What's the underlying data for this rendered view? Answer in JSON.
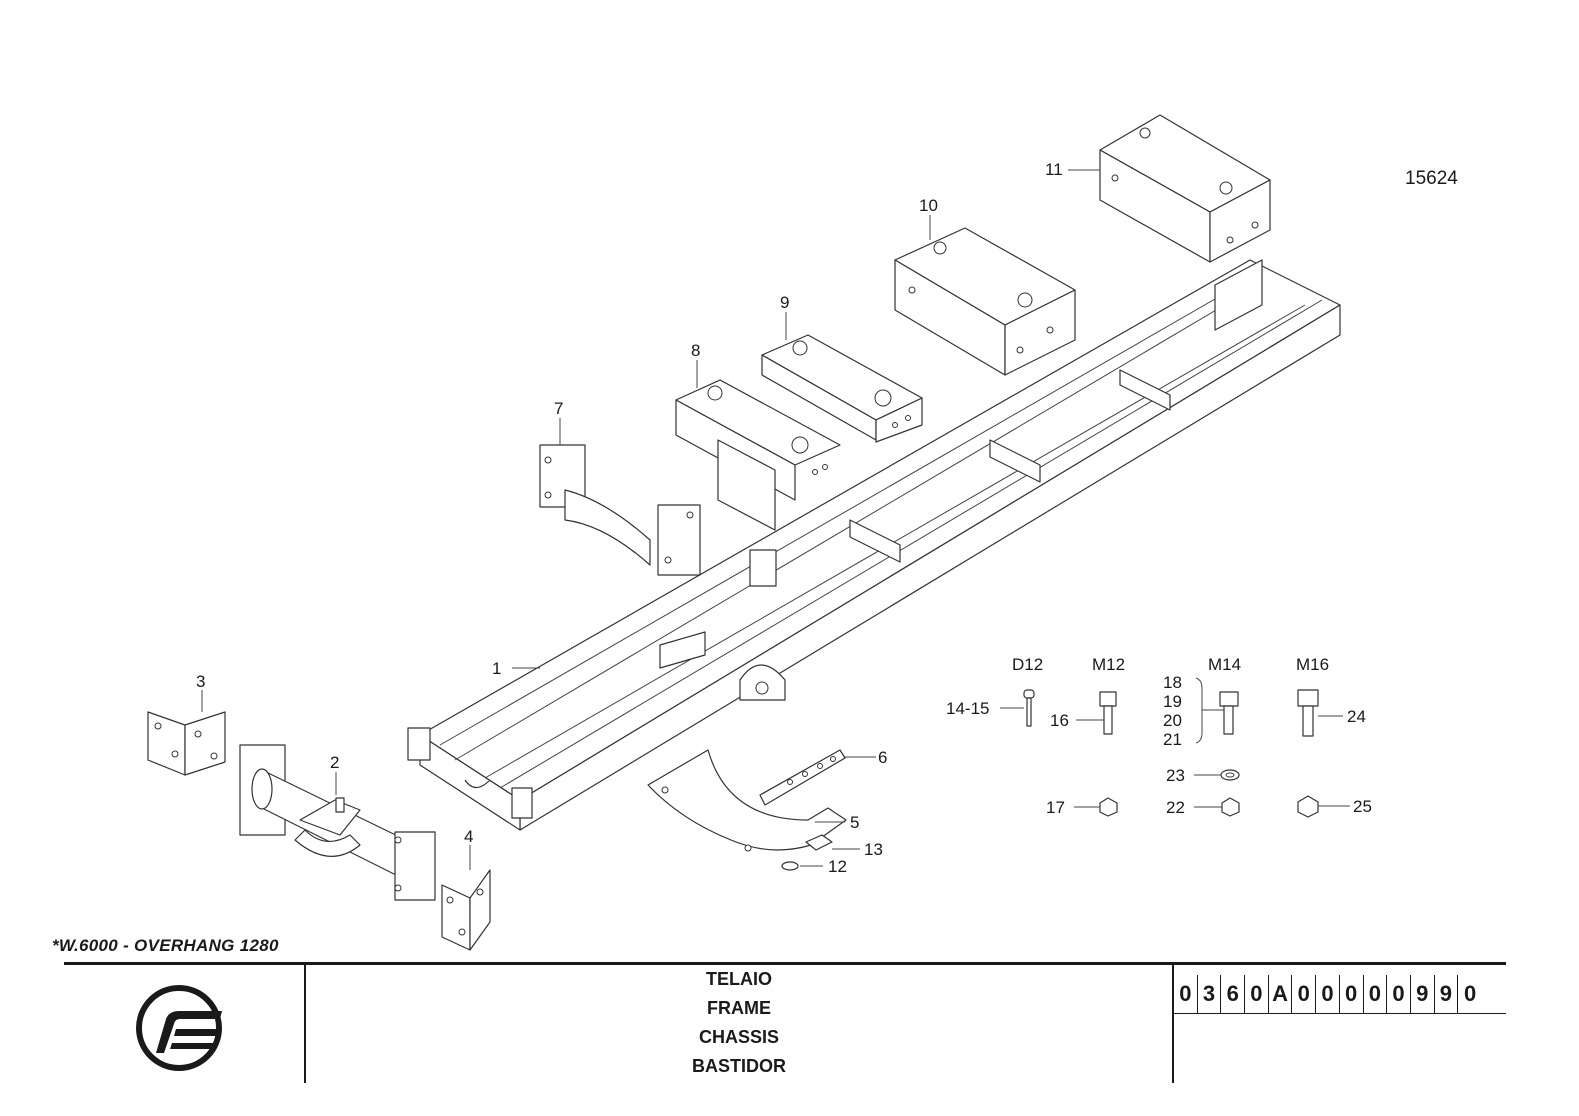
{
  "drawing_id": "15624",
  "variant_note": "*W.6000 - OVERHANG 1280",
  "title_block": {
    "titles": [
      "TELAIO",
      "FRAME",
      "CHASSIS",
      "BASTIDOR"
    ],
    "part_code": "0360A00000990"
  },
  "callouts": {
    "c1": "1",
    "c2": "2",
    "c3": "3",
    "c4": "4",
    "c5": "5",
    "c6": "6",
    "c7": "7",
    "c8": "8",
    "c9": "9",
    "c10": "10",
    "c11": "11",
    "c12": "12",
    "c13": "13",
    "c14_15": "14-15",
    "c16": "16",
    "c17": "17",
    "c18": "18",
    "c19": "19",
    "c20": "20",
    "c21": "21",
    "c22": "22",
    "c23": "23",
    "c24": "24",
    "c25": "25"
  },
  "hardware_sizes": {
    "d12": "D12",
    "m12": "M12",
    "m14": "M14",
    "m16": "M16"
  },
  "logo_icon": "company-logo-mark"
}
